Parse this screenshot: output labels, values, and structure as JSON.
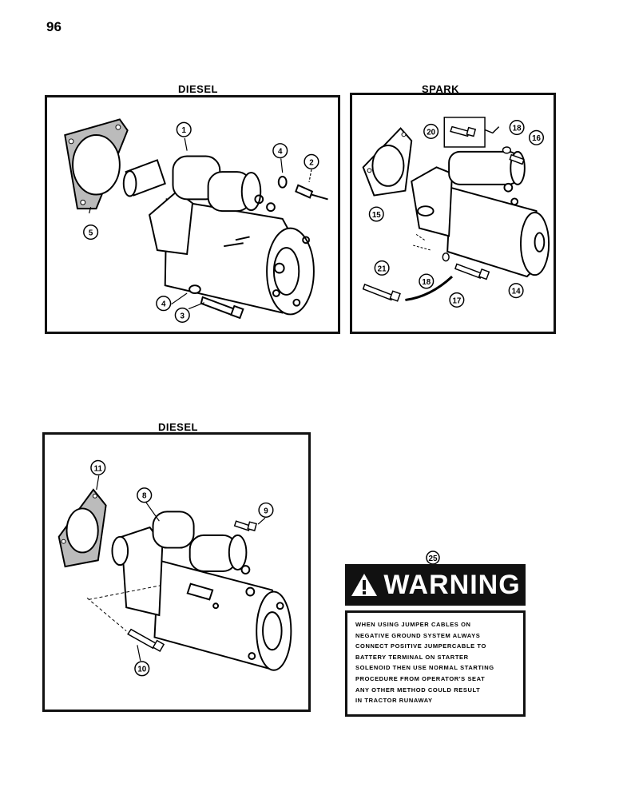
{
  "page": {
    "number": "96"
  },
  "panels": {
    "diesel_top": {
      "title": "DIESEL",
      "callouts": [
        "1",
        "2",
        "3",
        "4",
        "4",
        "5"
      ]
    },
    "spark": {
      "title": "SPARK",
      "callouts": [
        "20",
        "18",
        "16",
        "15",
        "21",
        "18",
        "17",
        "14"
      ]
    },
    "diesel_bottom": {
      "title": "DIESEL",
      "callouts": [
        "11",
        "8",
        "9",
        "10"
      ]
    }
  },
  "warning": {
    "callout": "25",
    "heading": "WARNING",
    "icon": "exclamation-triangle-icon",
    "lines": [
      "WHEN USING JUMPER CABLES ON",
      "NEGATIVE GROUND SYSTEM ALWAYS",
      "CONNECT POSITIVE JUMPERCABLE TO",
      "BATTERY TERMINAL ON STARTER",
      "SOLENOID THEN USE NORMAL STARTING",
      "PROCEDURE FROM OPERATOR'S SEAT",
      "ANY OTHER METHOD COULD RESULT",
      "IN TRACTOR RUNAWAY"
    ]
  }
}
